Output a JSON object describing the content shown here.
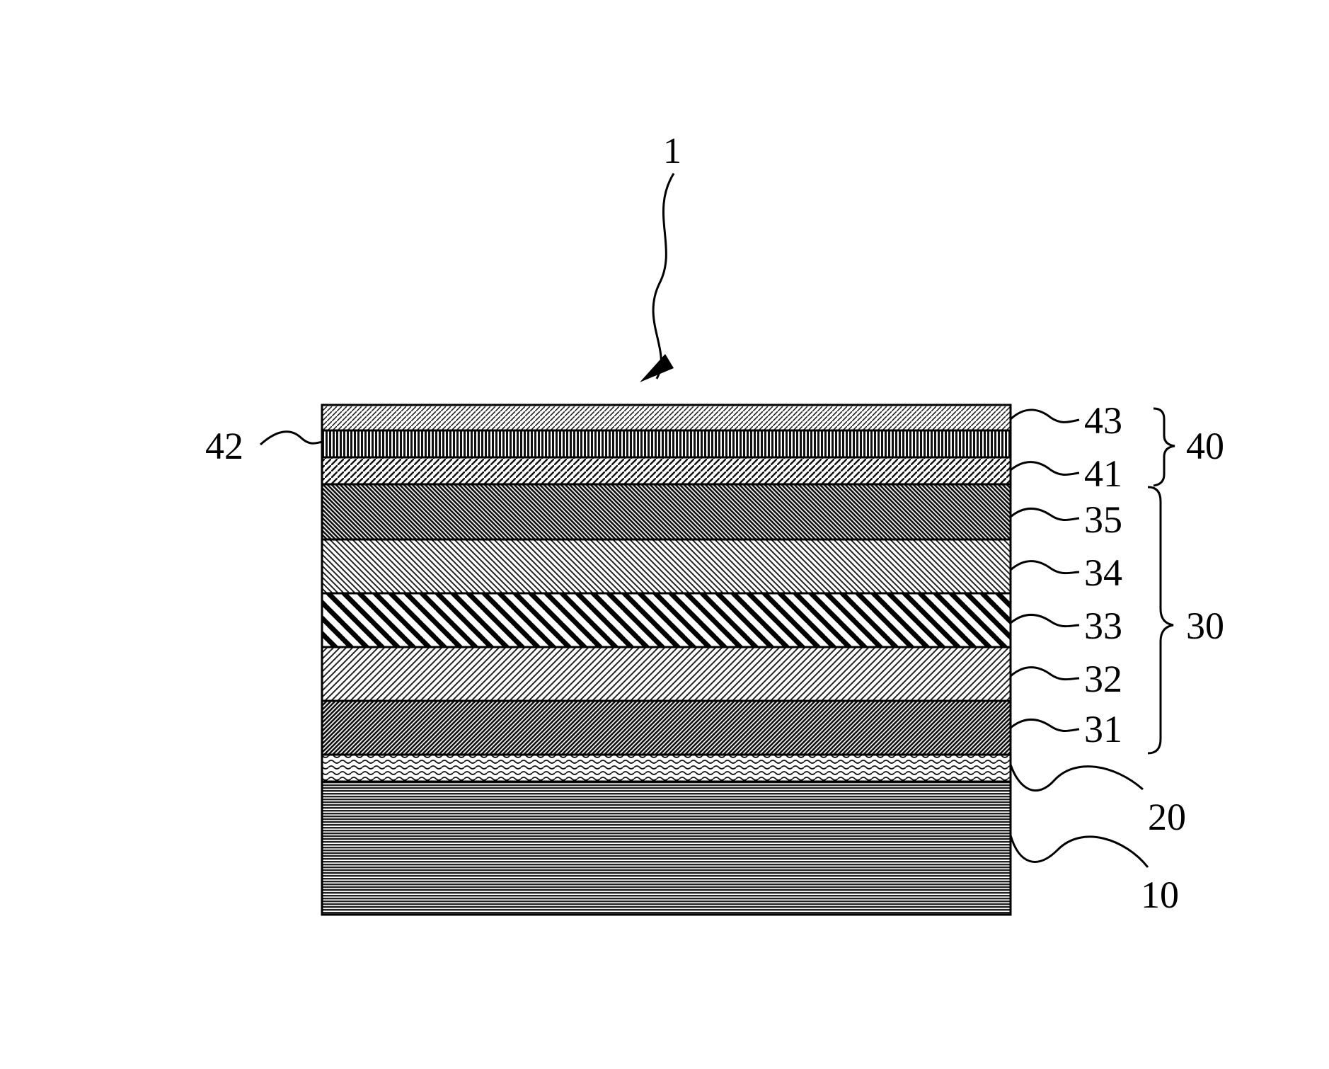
{
  "figure": {
    "device_label": "1",
    "layers": [
      {
        "id": "layer-43",
        "label": "43",
        "pattern": "fine-dots"
      },
      {
        "id": "layer-42",
        "label": "42",
        "pattern": "vertical-lines"
      },
      {
        "id": "layer-41",
        "label": "41",
        "pattern": "short-hatch"
      },
      {
        "id": "layer-35",
        "label": "35",
        "pattern": "dense-diagonal-back"
      },
      {
        "id": "layer-34",
        "label": "34",
        "pattern": "diagonal-back"
      },
      {
        "id": "layer-33",
        "label": "33",
        "pattern": "thick-diagonal-back"
      },
      {
        "id": "layer-32",
        "label": "32",
        "pattern": "diagonal-forward"
      },
      {
        "id": "layer-31",
        "label": "31",
        "pattern": "dense-diagonal-forward"
      },
      {
        "id": "layer-20",
        "label": "20",
        "pattern": "wavy"
      },
      {
        "id": "layer-10",
        "label": "10",
        "pattern": "horizontal-lines"
      }
    ],
    "groups": [
      {
        "id": "group-40",
        "label": "40"
      },
      {
        "id": "group-30",
        "label": "30"
      }
    ]
  }
}
